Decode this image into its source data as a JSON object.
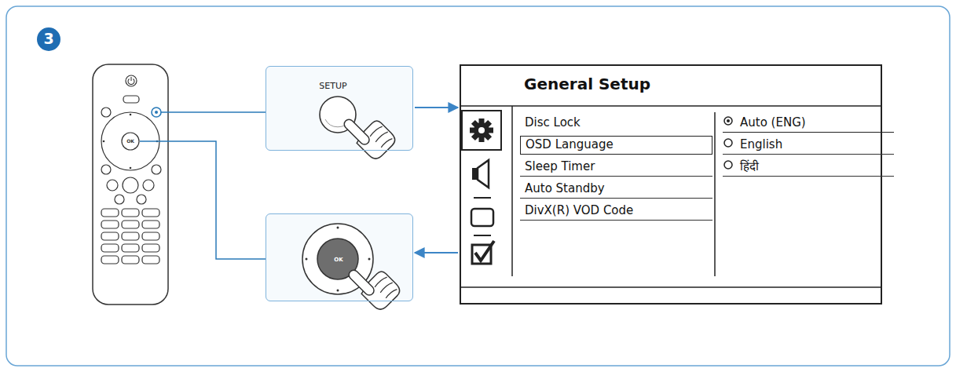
{
  "diagram": {
    "nodes": [
      {
        "text": [
          "3"
        ]
      },
      {
        "text": [
          "SETUP"
        ]
      },
      {
        "text": [
          "General Setup"
        ]
      },
      {
        "text": [
          "Disc Lock"
        ],
        "in": 2
      },
      {
        "text": [
          "OSD Language"
        ],
        "in": 2
      },
      {
        "text": [
          "Sleep Timer"
        ],
        "in": 2
      },
      {
        "text": [
          "Auto Standby"
        ],
        "in": 2
      },
      {
        "text": [
          "DivX(R) VOD Code"
        ],
        "in": 2
      },
      {
        "text": [
          "Auto (ENG)"
        ],
        "in": 2
      },
      {
        "text": [
          "English"
        ],
        "in": 2
      },
      {
        "text": [
          "हिंदी"
        ],
        "in": 2
      },
      {
        "text": [
          "OK"
        ]
      }
    ],
    "edges": [
      {
        "from": 1,
        "to": 2,
        "arrow": "to"
      },
      {
        "from": 2,
        "to": 11,
        "arrow": "to"
      }
    ],
    "labels": [
      "OK"
    ]
  }
}
